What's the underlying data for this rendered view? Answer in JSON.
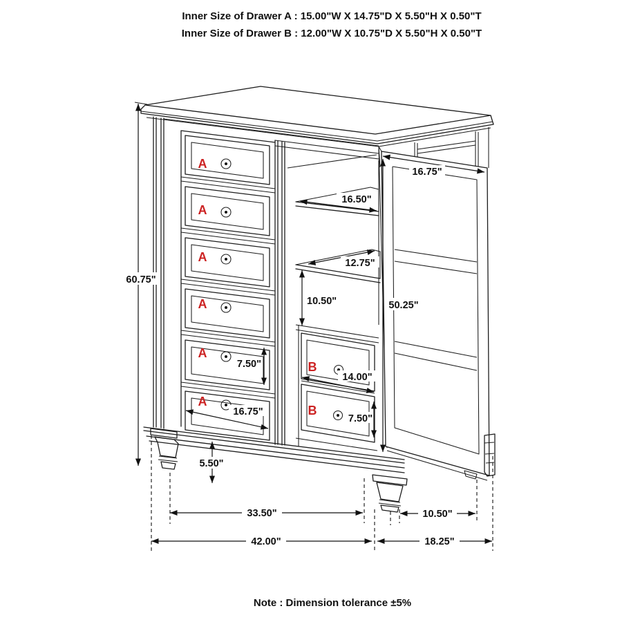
{
  "header": {
    "line1": "Inner Size of Drawer A : 15.00\"W X 14.75\"D X 5.50\"H X 0.50\"T",
    "line2": "Inner Size of Drawer B : 12.00\"W X 10.75\"D X 5.50\"H X 0.50\"T"
  },
  "note": "Note : Dimension tolerance ±5%",
  "labels": {
    "a": "A",
    "b": "B"
  },
  "dims": {
    "overall_height": "60.75\"",
    "door_width": "16.75\"",
    "door_height": "50.25\"",
    "shelf_width": "16.50\"",
    "shelf_depth": "12.75\"",
    "shelf_gap_height": "10.50\"",
    "drawer_a_height": "7.50\"",
    "drawer_a_width": "16.75\"",
    "drawer_b_width": "14.00\"",
    "drawer_b_height": "7.50\"",
    "leg_height": "5.50\"",
    "base_width_inner": "33.50\"",
    "base_depth_inner": "10.50\"",
    "overall_width": "42.00\"",
    "overall_depth": "18.25\""
  },
  "colors": {
    "line": "#1c1c1c",
    "label_red": "#cc2222",
    "background": "#ffffff"
  }
}
